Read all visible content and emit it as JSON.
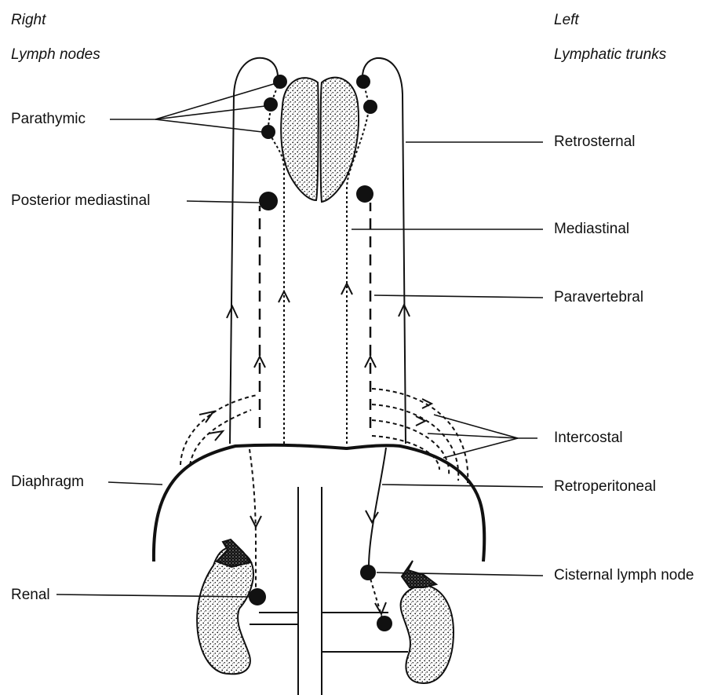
{
  "headers": {
    "right_side": "Right",
    "left_side": "Left",
    "right_column": "Lymph nodes",
    "left_column": "Lymphatic trunks"
  },
  "left_labels": {
    "parathymic": "Parathymic",
    "posterior_mediastinal": "Posterior mediastinal",
    "diaphragm": "Diaphragm",
    "renal": "Renal"
  },
  "right_labels": {
    "retrosternal": "Retrosternal",
    "mediastinal": "Mediastinal",
    "paravertebral": "Paravertebral",
    "intercostal": "Intercostal",
    "retroperitoneal": "Retroperitoneal",
    "cisternal": "Cisternal lymph node"
  },
  "colors": {
    "ink": "#111111",
    "paper": "#ffffff"
  }
}
